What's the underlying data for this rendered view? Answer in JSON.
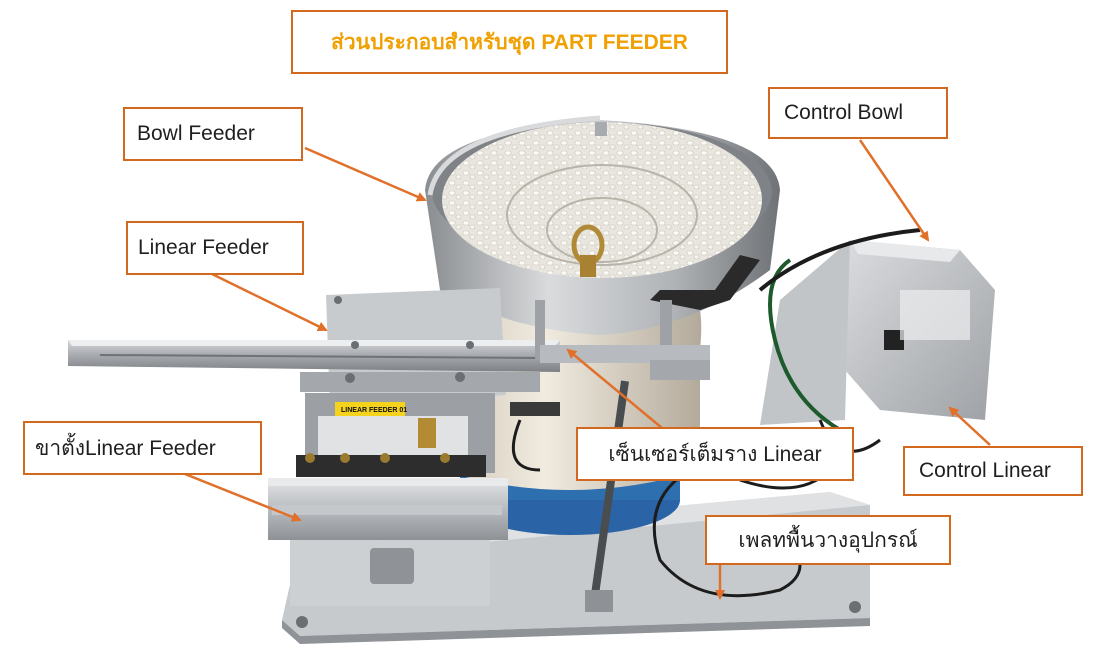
{
  "title": "ส่วนประกอบสำหรับชุด PART FEEDER",
  "labels": {
    "bowl_feeder": "Bowl Feeder",
    "control_bowl": "Control Bowl",
    "linear_feeder": "Linear Feeder",
    "linear_feeder_stand": "ขาตั้งLinear Feeder",
    "linear_sensor": "เซ็นเซอร์เต็มราง Linear",
    "control_linear": "Control Linear",
    "base_plate": "เพลทพื้นวางอุปกรณ์"
  },
  "device_plate_text": "LINEAR FEEDER 01",
  "colors": {
    "accent_orange": "#d2691e",
    "title_yellow": "#f0a000",
    "bowl_blue": "#2e6fb0",
    "metal": "#b9bcc0"
  },
  "icons": [
    "arrow-icon"
  ]
}
